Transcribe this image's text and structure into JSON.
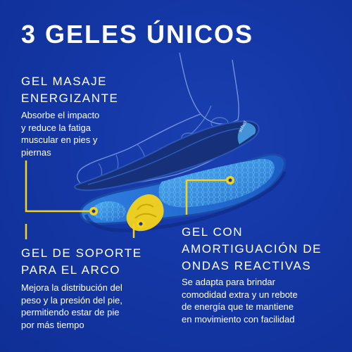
{
  "title": "3 GELES ÚNICOS",
  "sections": [
    {
      "heading": [
        "GEL MASAJE",
        "ENERGIZANTE"
      ],
      "body": [
        "Absorbe el impacto",
        "y reduce la fatiga",
        "muscular en pies y",
        "piernas"
      ]
    },
    {
      "heading": [
        "GEL DE SOPORTE",
        "PARA EL ARCO"
      ],
      "body": [
        "Mejora la distribución del",
        "peso y la presión del pie,",
        "permitiendo estar de pie",
        "por más tiempo"
      ]
    },
    {
      "heading": [
        "GEL CON",
        "AMORTIGUACIÓN DE",
        "ONDAS REACTIVAS"
      ],
      "body": [
        "Se adapta para brindar",
        "comodidad extra y un rebote",
        "de energía que te mantiene",
        "en movimiento con facilidad"
      ]
    }
  ],
  "colors": {
    "background": "#1437a6",
    "accent_yellow": "#f5d31a",
    "gel_blue": "#3a8fe0"
  }
}
